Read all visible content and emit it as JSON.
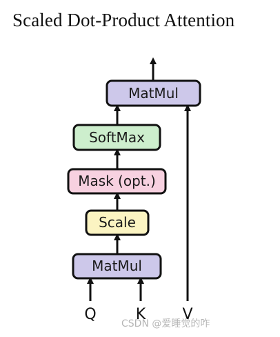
{
  "title": "Scaled Dot-Product Attention",
  "blocks": {
    "matmul_top": {
      "label": "MatMul",
      "fill": "#cdc8ea",
      "stroke": "#111111"
    },
    "softmax": {
      "label": "SoftMax",
      "fill": "#cdeecd",
      "stroke": "#111111"
    },
    "mask": {
      "label": "Mask (opt.)",
      "fill": "#f7d1e0",
      "stroke": "#111111"
    },
    "scale": {
      "label": "Scale",
      "fill": "#fbf4c2",
      "stroke": "#111111"
    },
    "matmul_bottom": {
      "label": "MatMul",
      "fill": "#cdc8ea",
      "stroke": "#111111"
    }
  },
  "inputs": {
    "q": "Q",
    "k": "K",
    "v": "V"
  },
  "watermark": "CSDN @爱睡觉的咋",
  "arrow_color": "#111111"
}
